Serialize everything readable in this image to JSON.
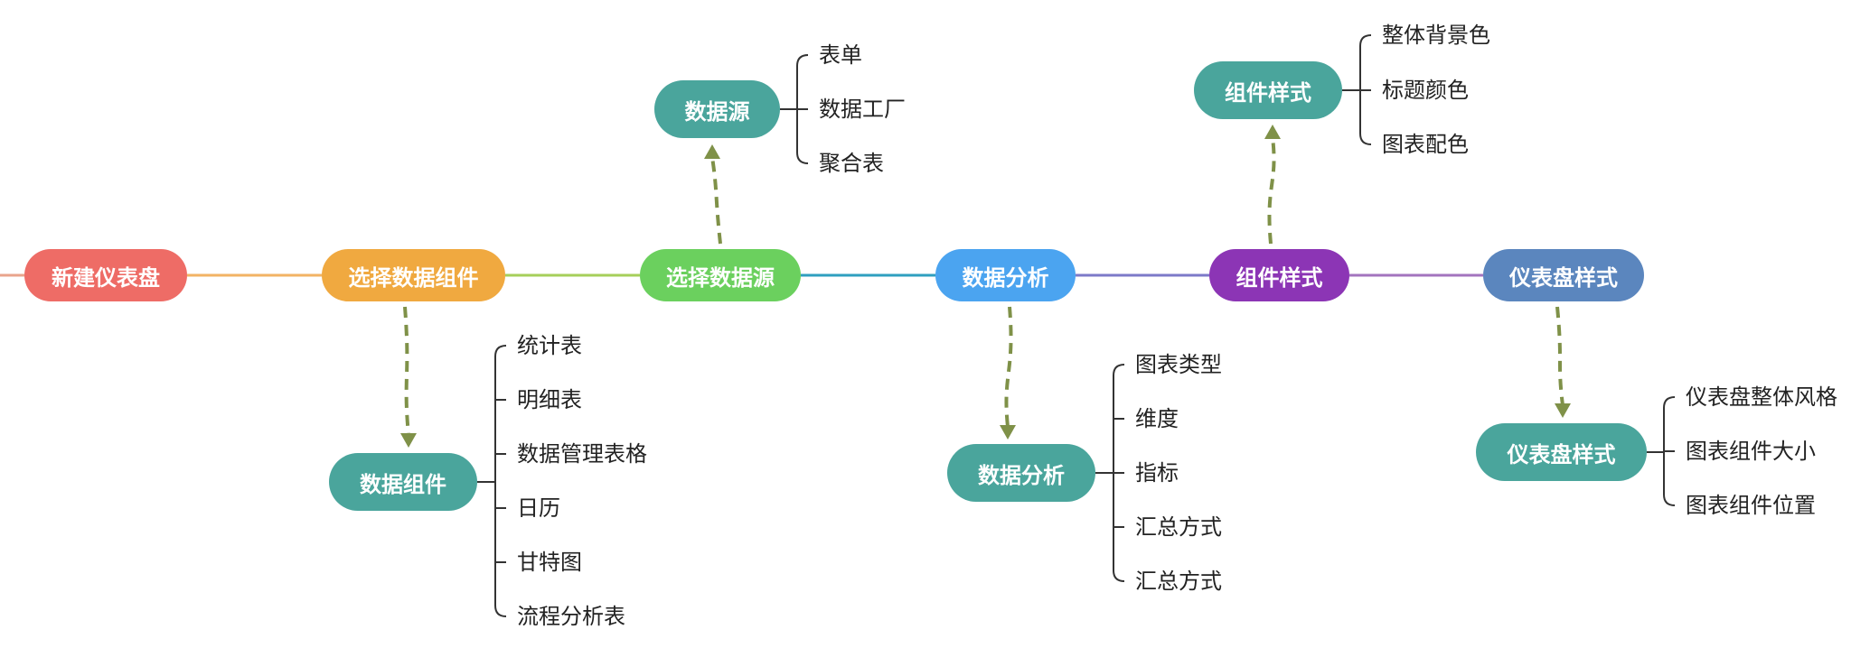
{
  "colors": {
    "create": "#EE6C66",
    "select_component": "#F0A940",
    "select_source": "#6BD05E",
    "analysis": "#4BA4F0",
    "style": "#8C35B5",
    "dashboard": "#5B86BE",
    "child": "#4AA59C",
    "dashed_arrow": "#7F9148",
    "bracket": "#333333"
  },
  "main_steps": [
    {
      "label": "新建仪表盘"
    },
    {
      "label": "选择数据组件"
    },
    {
      "label": "选择数据源"
    },
    {
      "label": "数据分析"
    },
    {
      "label": "组件样式"
    },
    {
      "label": "仪表盘样式"
    }
  ],
  "sub_nodes": [
    {
      "label": "数据组件",
      "items": [
        "统计表",
        "明细表",
        "数据管理表格",
        "日历",
        "甘特图",
        "流程分析表"
      ]
    },
    {
      "label": "数据源",
      "items": [
        "表单",
        "数据工厂",
        "聚合表"
      ]
    },
    {
      "label": "数据分析",
      "items": [
        "图表类型",
        "维度",
        "指标",
        "汇总方式",
        "汇总方式"
      ]
    },
    {
      "label": "组件样式",
      "items": [
        "整体背景色",
        "标题颜色",
        "图表配色"
      ]
    },
    {
      "label": "仪表盘样式",
      "items": [
        "仪表盘整体风格",
        "图表组件大小",
        "图表组件位置"
      ]
    }
  ]
}
